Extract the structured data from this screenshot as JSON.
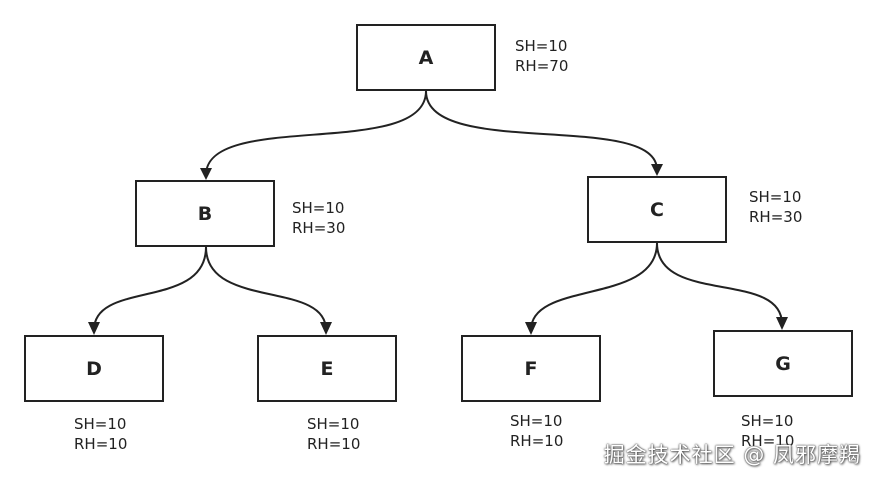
{
  "nodes": {
    "a": {
      "label": "A",
      "sh": "SH=10",
      "rh": "RH=70"
    },
    "b": {
      "label": "B",
      "sh": "SH=10",
      "rh": "RH=30"
    },
    "c": {
      "label": "C",
      "sh": "SH=10",
      "rh": "RH=30"
    },
    "d": {
      "label": "D",
      "sh": "SH=10",
      "rh": "RH=10"
    },
    "e": {
      "label": "E",
      "sh": "SH=10",
      "rh": "RH=10"
    },
    "f": {
      "label": "F",
      "sh": "SH=10",
      "rh": "RH=10"
    },
    "g": {
      "label": "G",
      "sh": "SH=10",
      "rh": "RH=10"
    }
  },
  "edges": [
    {
      "from": "A",
      "to": "B"
    },
    {
      "from": "A",
      "to": "C"
    },
    {
      "from": "B",
      "to": "D"
    },
    {
      "from": "B",
      "to": "E"
    },
    {
      "from": "C",
      "to": "F"
    },
    {
      "from": "C",
      "to": "G"
    }
  ],
  "watermark": "掘金技术社区 @ 凤邪摩羯"
}
